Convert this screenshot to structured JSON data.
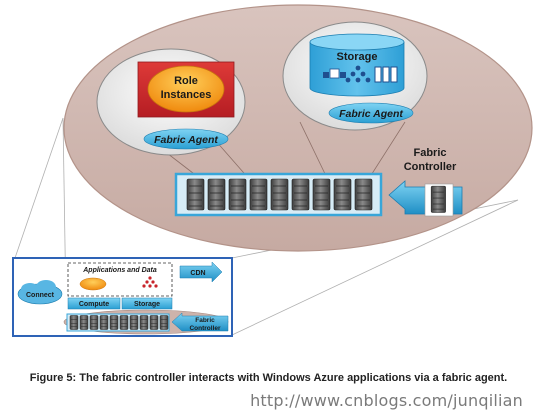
{
  "main": {
    "role_label_1": "Role",
    "role_label_2": "Instances",
    "storage_label": "Storage",
    "fabric_agent_left": "Fabric Agent",
    "fabric_agent_right": "Fabric Agent",
    "controller_label_1": "Fabric",
    "controller_label_2": "Controller"
  },
  "inset": {
    "apps_label": "Applications and Data",
    "connect_label": "Connect",
    "cdn_label": "CDN",
    "compute_label": "Compute",
    "storage_label": "Storage",
    "controller_label_1": "Fabric",
    "controller_label_2": "Controller"
  },
  "caption": "Figure 5: The fabric controller interacts with Windows Azure applications via a fabric agent.",
  "watermark": "http://www.cnblogs.com/junqilian",
  "colors": {
    "ellipse_fill": "#cdb5ae",
    "ellipse_border": "#b6978e",
    "accent_blue": "#33a7d8",
    "role_red": "#c8242b",
    "role_orange": "#f39b14",
    "inset_border": "#2e63b6"
  }
}
